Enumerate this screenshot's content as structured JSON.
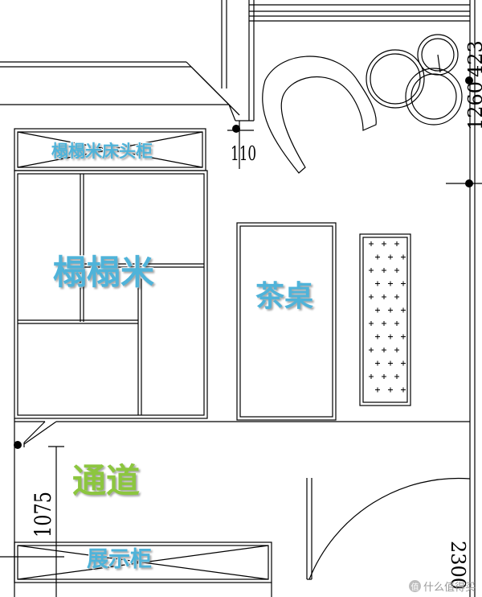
{
  "labels": {
    "tatami_headboard": "榻榻米床头柜",
    "tatami": "榻榻米",
    "tea_table": "茶桌",
    "passage": "通道",
    "display_cabinet": "展示柜"
  },
  "dimensions": {
    "d110": "110",
    "d1260": "1260",
    "d423": "423",
    "d1075": "1075",
    "d2300": "2300"
  },
  "watermark": {
    "icon": "值",
    "text": "什么值得买"
  },
  "colors": {
    "label_blue": "#4fb3d9",
    "label_green": "#8cc63f",
    "line": "#000000"
  }
}
